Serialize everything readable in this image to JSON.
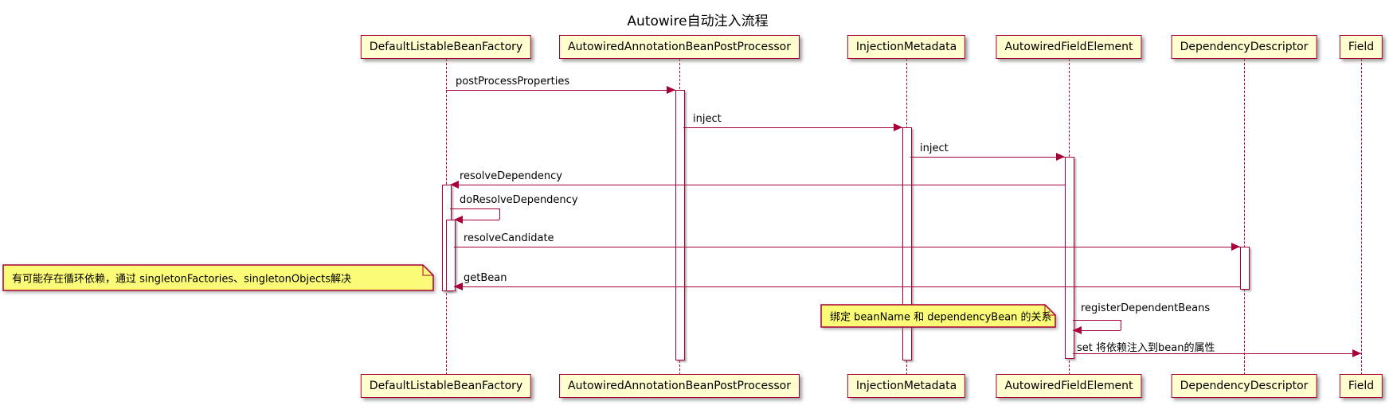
{
  "title": "Autowire自动注入流程",
  "participants": [
    {
      "name": "DefaultListableBeanFactory"
    },
    {
      "name": "AutowiredAnnotationBeanPostProcessor"
    },
    {
      "name": "InjectionMetadata"
    },
    {
      "name": "AutowiredFieldElement"
    },
    {
      "name": "DependencyDescriptor"
    },
    {
      "name": "Field"
    }
  ],
  "messages": [
    {
      "label": "postProcessProperties",
      "from": "DefaultListableBeanFactory",
      "to": "AutowiredAnnotationBeanPostProcessor"
    },
    {
      "label": "inject",
      "from": "AutowiredAnnotationBeanPostProcessor",
      "to": "InjectionMetadata"
    },
    {
      "label": "inject",
      "from": "InjectionMetadata",
      "to": "AutowiredFieldElement"
    },
    {
      "label": "resolveDependency",
      "from": "AutowiredFieldElement",
      "to": "DefaultListableBeanFactory"
    },
    {
      "label": "doResolveDependency",
      "from": "DefaultListableBeanFactory",
      "to": "DefaultListableBeanFactory"
    },
    {
      "label": "resolveCandidate",
      "from": "DefaultListableBeanFactory",
      "to": "DependencyDescriptor"
    },
    {
      "label": "getBean",
      "from": "DependencyDescriptor",
      "to": "DefaultListableBeanFactory"
    },
    {
      "label": "registerDependentBeans",
      "from": "AutowiredFieldElement",
      "to": "AutowiredFieldElement"
    },
    {
      "label": "set 将依赖注入到bean的属性",
      "from": "AutowiredFieldElement",
      "to": "Field"
    }
  ],
  "notes": [
    {
      "text": "有可能存在循环依赖，通过 singletonFactories、singletonObjects解决",
      "attached_to": "getBean"
    },
    {
      "text": "绑定 beanName 和 dependencyBean 的关系",
      "attached_to": "registerDependentBeans"
    }
  ],
  "colors": {
    "participant_fill": "#FEFECE",
    "border": "#A80036",
    "note_fill": "#FBFB77",
    "lifeline": "#A80036",
    "text": "#000000",
    "background": "#FFFFFF"
  }
}
